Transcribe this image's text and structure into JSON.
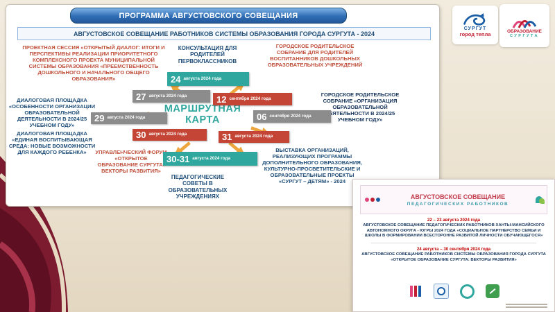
{
  "slide": {
    "header": "ПРОГРАММА АВГУСТОВСКОГО СОВЕЩАНИЯ",
    "subtitle": "АВГУСТОВСКОЕ СОВЕЩАНИЕ РАБОТНИКОВ СИСТЕМЫ ОБРАЗОВАНИЯ ГОРОДА СУРГУТА - 2024",
    "center": {
      "line1": "МАРШРУТНАЯ",
      "line2": "КАРТА"
    },
    "events": {
      "project_session": "ПРОЕКТНАЯ СЕССИЯ «ОТКРЫТЫЙ ДИАЛОГ: ИТОГИ И ПЕРСПЕКТИВЫ РЕАЛИЗАЦИИ ПРИОРИТЕТНОГО КОМПЛЕКСНОГО ПРОЕКТА МУНИЦИПАЛЬНОЙ СИСТЕМЫ ОБРАЗОВАНИЯ «ПРЕЕМСТВЕННОСТЬ ДОШКОЛЬНОГО И НАЧАЛЬНОГО ОБЩЕГО ОБРАЗОВАНИЯ»",
      "consultation": "КОНСУЛЬТАЦИЯ ДЛЯ РОДИТЕЛЕЙ ПЕРВОКЛАССНИКОВ",
      "parent_meeting_dou": "ГОРОДСКОЕ РОДИТЕЛЬСКОЕ СОБРАНИЕ ДЛЯ РОДИТЕЛЕЙ ВОСПИТАННИКОВ ДОШКОЛЬНЫХ ОБРАЗОВАТЕЛЬНЫХ УЧРЕЖДЕНИЙ",
      "dialog_platform_1": "ДИАЛОГОВАЯ ПЛОЩАДКА «ОСОБЕННОСТИ ОРГАНИЗАЦИИ ОБРАЗОВАТЕЛЬНОЙ ДЕЯТЕЛЬНОСТИ В 2024/25 УЧЕБНОМ ГОДУ»",
      "parent_meeting_city": "ГОРОДСКОЕ РОДИТЕЛЬСКОЕ СОБРАНИЕ «ОРГАНИЗАЦИЯ ОБРАЗОВАТЕЛЬНОЙ ДЕЯТЕЛЬНОСТИ В 2024/25 УЧЕБНОМ ГОДУ»",
      "dialog_platform_2": "ДИАЛОГОВАЯ ПЛОЩАДКА «ЕДИНАЯ ВОСПИТЫВАЮЩАЯ СРЕДА: НОВЫЕ ВОЗМОЖНОСТИ ДЛЯ КАЖДОГО РЕБЕНКА»",
      "management_forum": "УПРАВЛЕНЧЕСКИЙ ФОРУМ «ОТКРЫТОЕ ОБРАЗОВАНИЕ СУРГУТА: ВЕКТОРЫ РАЗВИТИЯ»",
      "pedagogical_councils": "ПЕДАГОГИЧЕСКИЕ СОВЕТЫ В ОБРАЗОВАТЕЛЬНЫХ УЧРЕЖДЕНИЯХ",
      "exhibition": "ВЫСТАВКА ОРГАНИЗАЦИЙ, РЕАЛИЗУЮЩИХ ПРОГРАММЫ ДОПОЛНИТЕЛЬНОГО ОБРАЗОВАНИЯ, КУЛЬТУРНО-ПРОСВЕТИТЕЛЬСКИЕ И ОБРАЗОВАТЕЛЬНЫЕ ПРОЕКТЫ «СУРГУТ – ДЕТЯМ» - 2024"
    },
    "badges": [
      {
        "num": "27",
        "cap": "августа 2024 года",
        "tone": "gray"
      },
      {
        "num": "24",
        "cap": "августа 2024 года",
        "tone": "teal"
      },
      {
        "num": "12",
        "cap": "сентября 2024 года",
        "tone": "red"
      },
      {
        "num": "29",
        "cap": "августа 2024 года",
        "tone": "gray"
      },
      {
        "num": "06",
        "cap": "сентября 2024 года",
        "tone": "gray"
      },
      {
        "num": "30",
        "cap": "августа 2024 года",
        "tone": "red"
      },
      {
        "num": "31",
        "cap": "августа 2024 года",
        "tone": "red"
      },
      {
        "num": "30-31",
        "cap": "августа 2024 года",
        "tone": "teal"
      }
    ]
  },
  "logos": {
    "surgut": {
      "title": "СУРГУТ",
      "subtitle": "город тепла"
    },
    "obrazovanie": {
      "line1": "ОБРАЗОВАНИЕ",
      "line2": "СУРГУТА"
    }
  },
  "mini": {
    "header_line1": "АВГУСТОВСКОЕ СОВЕЩАНИЕ",
    "header_line2": "ПЕДАГОГИЧЕСКИХ РАБОТНИКОВ",
    "date1": "22 – 23 августа 2024 года",
    "text1": "АВГУСТОВСКОЕ СОВЕЩАНИЕ ПЕДАГОГИЧЕСКИХ РАБОТНИКОВ ХАНТЫ-МАНСИЙСКОГО АВТОНОМНОГО ОКРУГА - ЮГРЫ 2024 ГОДА «СОЦИАЛЬНОЕ ПАРТНЕРСТВО СЕМЬИ И ШКОЛЫ В ФОРМИРОВАНИИ ВСЕСТОРОННЕ РАЗВИТОЙ ЛИЧНОСТИ ОБУЧАЮЩЕГОСЯ»",
    "date2": "24 августа – 30 сентября 2024 года",
    "text2": "АВГУСТОВСКОЕ СОВЕЩАНИЕ РАБОТНИКОВ СИСТЕМЫ ОБРАЗОВАНИЯ ГОРОДА СУРГУТА «ОТКРЫТОЕ ОБРАЗОВАНИЕ СУРГУТА: ВЕКТОРЫ РАЗВИТИЯ»"
  },
  "colors": {
    "header_blue": "#2e75b6",
    "accent_red": "#c0503c",
    "accent_blue": "#1f4e79",
    "accent_navy": "#17365d",
    "teal": "#2fa79e",
    "badge_gray": "#8c8c8c",
    "badge_red": "#c44536",
    "arrow_orange": "#eda63d",
    "ribbon_maroon": "#7c1b2f"
  }
}
